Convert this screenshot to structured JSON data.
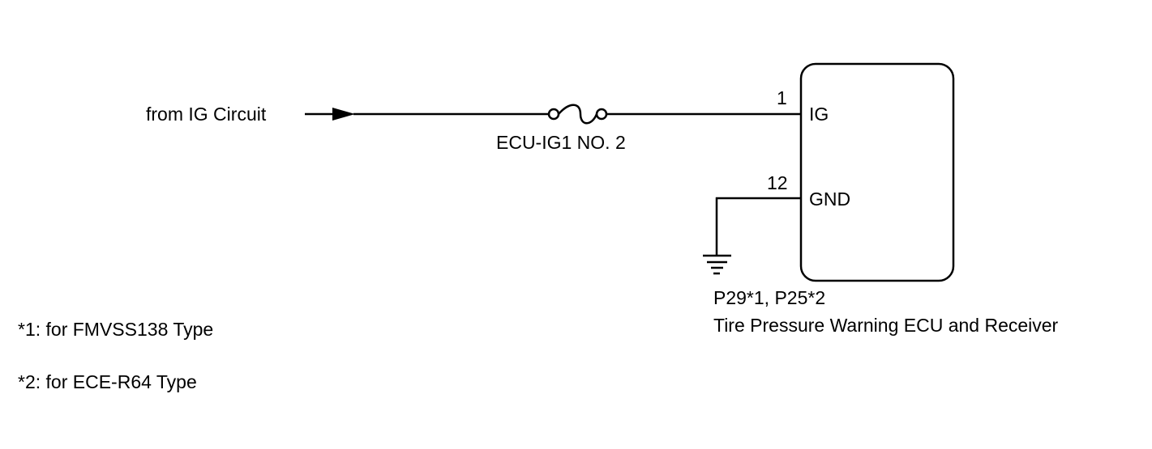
{
  "source": {
    "label": "from IG Circuit"
  },
  "fuse": {
    "label": "ECU-IG1 NO. 2"
  },
  "ecu": {
    "connector": "P29*1, P25*2",
    "name": "Tire Pressure Warning ECU and Receiver",
    "pins": [
      {
        "number": "1",
        "label": "IG"
      },
      {
        "number": "12",
        "label": "GND"
      }
    ]
  },
  "notes": [
    "*1: for FMVSS138 Type",
    "*2: for ECE-R64 Type"
  ]
}
